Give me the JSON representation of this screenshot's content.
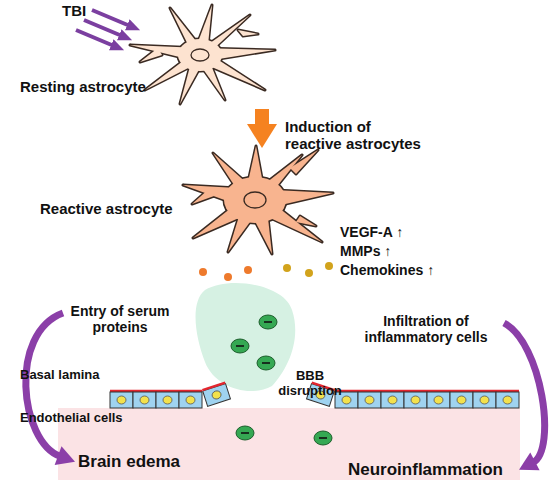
{
  "diagram": {
    "nodes": [
      {
        "text": [
          "Resting astrocyte"
        ]
      },
      {
        "text": [
          "Reactive astrocyte"
        ]
      },
      {
        "text": [
          "Entry of serum proteins"
        ]
      },
      {
        "text": [
          "Infiltration of inflammatory cells"
        ]
      },
      {
        "text": [
          "Brain edema"
        ]
      },
      {
        "text": [
          "Neuroinflammation"
        ]
      }
    ],
    "edges": [
      {
        "from": 0,
        "to": 1,
        "label": "Induction of reactive astrocytes",
        "arrow": "to"
      },
      {
        "from": 2,
        "to": 4,
        "arrow": "to"
      },
      {
        "from": 3,
        "to": 5,
        "arrow": "to"
      }
    ],
    "labels": [
      "TBI",
      "VEGF-A ↑",
      "MMPs ↑",
      "Chemokines ↑",
      "BBB disruption",
      "Basal lamina",
      "Endothelial cells"
    ]
  }
}
